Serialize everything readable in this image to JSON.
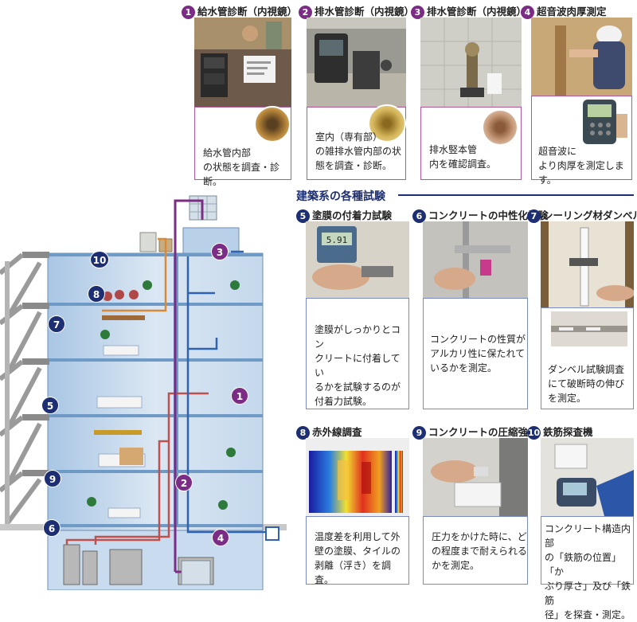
{
  "top_items": [
    {
      "num": "1",
      "title": "給水管診断（内視鏡）",
      "desc": "給水管内部\nの状態を調査・診断。"
    },
    {
      "num": "2",
      "title": "排水管診断（内視鏡）",
      "desc": "室内（専有部）\nの雑排水管内部の状\n態を調査・診断。"
    },
    {
      "num": "3",
      "title": "排水管診断（内視鏡）",
      "desc": "排水竪本管\n内を確認調査。"
    },
    {
      "num": "4",
      "title": "超音波肉厚測定",
      "desc": "超音波に\nより肉厚を測定します。"
    }
  ],
  "section": {
    "heading": "建築系の各種試験"
  },
  "mid_items": [
    {
      "num": "5",
      "title": "塗膜の付着力試験",
      "desc": "塗膜がしっかりとコン\nクリートに付着してい\nるかを試験するのが\n付着力試験。"
    },
    {
      "num": "6",
      "title": "コンクリートの中性化試験",
      "desc": "コンクリートの性質が\nアルカリ性に保たれて\nいるかを測定。"
    },
    {
      "num": "7",
      "title": "シーリング材ダンベル試験",
      "desc": "ダンベル試験調査\nにて破断時の伸び\nを測定。"
    }
  ],
  "bottom_items": [
    {
      "num": "8",
      "title": "赤外線調査",
      "desc": "温度差を利用して外\n壁の塗膜、タイルの\n剥離（浮き）を調査。"
    },
    {
      "num": "9",
      "title": "コンクリートの圧縮強度",
      "desc": "圧力をかけた時に、ど\nの程度まで耐えられる\nかを測定。"
    },
    {
      "num": "10",
      "title": "鉄筋探査機",
      "desc": "コンクリート構造内部\nの「鉄筋の位置」「か\nぶり厚さ」及び「鉄筋\n径」を探査・測定。"
    }
  ],
  "diagram_markers": {
    "m1": "1",
    "m2": "2",
    "m3": "3",
    "m4": "4",
    "m5": "5",
    "m6": "6",
    "m7": "7",
    "m8": "8",
    "m9": "9",
    "m10": "10"
  },
  "colors": {
    "purple": "#7b2c84",
    "navy": "#1d2f72",
    "card_border": "#b1599a",
    "building": "#c9dcef",
    "pipe_red": "#c0504d",
    "pipe_blue": "#2f63b0"
  }
}
